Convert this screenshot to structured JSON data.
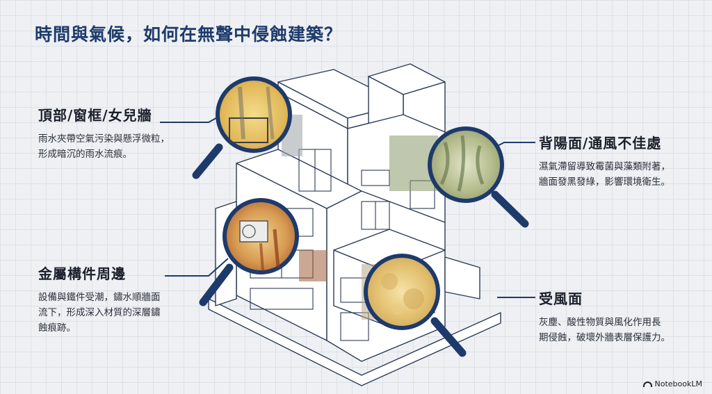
{
  "title": "時間與氣候，如何在無聲中侵蝕建築？",
  "callouts": [
    {
      "heading": "頂部/窗框/女兒牆",
      "desc": [
        "雨水夾帶空氣污染與懸浮微粒，",
        "形成暗沉的雨水流痕。"
      ]
    },
    {
      "heading": "金屬構件周邊",
      "desc": [
        "設備與鐵件受潮，鏽水順牆面",
        "流下，形成深入材質的深層鏽",
        "蝕痕跡。"
      ]
    },
    {
      "heading": "背陽面/通風不佳處",
      "desc": [
        "濕氣滯留導致霉菌與藻類附著，",
        "牆面發黑發綠，影響環境衛生。"
      ]
    },
    {
      "heading": "受風面",
      "desc": [
        "灰塵、酸性物質與風化作用長",
        "期侵蝕，破壞外牆表層保護力。"
      ]
    }
  ],
  "watermark": "NotebookLM",
  "colors": {
    "accent": "#1e3a6b",
    "line": "#2b3a55",
    "wall": "#ffffff"
  }
}
